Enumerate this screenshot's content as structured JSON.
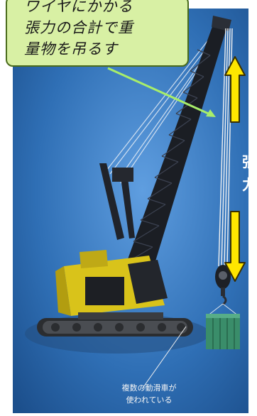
{
  "callout": {
    "lines": [
      "ワイヤにかかる",
      "張力の合計で重",
      "量物を吊るす"
    ]
  },
  "side_label": {
    "char1": "張",
    "char2": "力"
  },
  "caption": {
    "lines": [
      "複数の動滑車が",
      "使われている"
    ]
  },
  "colors": {
    "background_blue": "#2f6fb5",
    "callout_fill": "#d8f0a4",
    "callout_border": "#4a6b1c",
    "arrow_yellow": "#ffe600",
    "crane_yellow": "#d9c31a",
    "pointer_green": "#a8ee6a"
  }
}
